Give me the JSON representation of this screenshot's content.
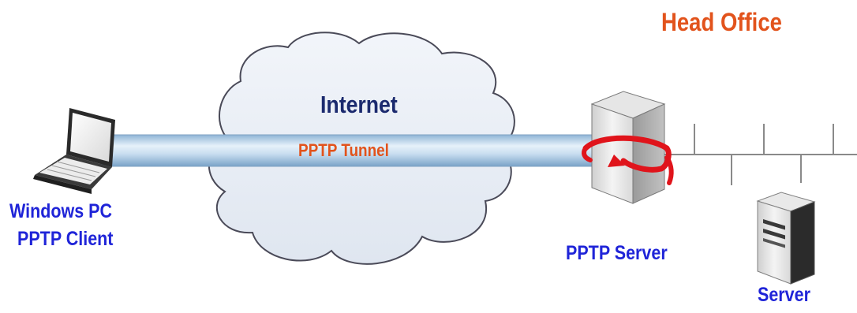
{
  "labels": {
    "head_office": "Head Office",
    "internet": "Internet",
    "tunnel": "PPTP Tunnel",
    "client_line1": "Windows PC",
    "client_line2": "PPTP Client",
    "pptp_server": "PPTP Server",
    "server": "Server"
  },
  "colors": {
    "label_blue": "#1f24d8",
    "label_orange": "#e2531c",
    "internet_text": "#1b2a6e",
    "cloud_fill": "#e8eef7",
    "cloud_stroke": "#4a4a58",
    "tunnel_light": "#d7e8f6",
    "tunnel_dark": "#7fa9cc",
    "network_line": "#808080",
    "arrow_red": "#e0141b"
  },
  "icons": {
    "laptop": "laptop-icon",
    "pptp_server": "pptp-server-icon",
    "server": "server-icon",
    "cloud": "internet-cloud",
    "tunnel_arrow": "tunnel-arrow-icon"
  }
}
